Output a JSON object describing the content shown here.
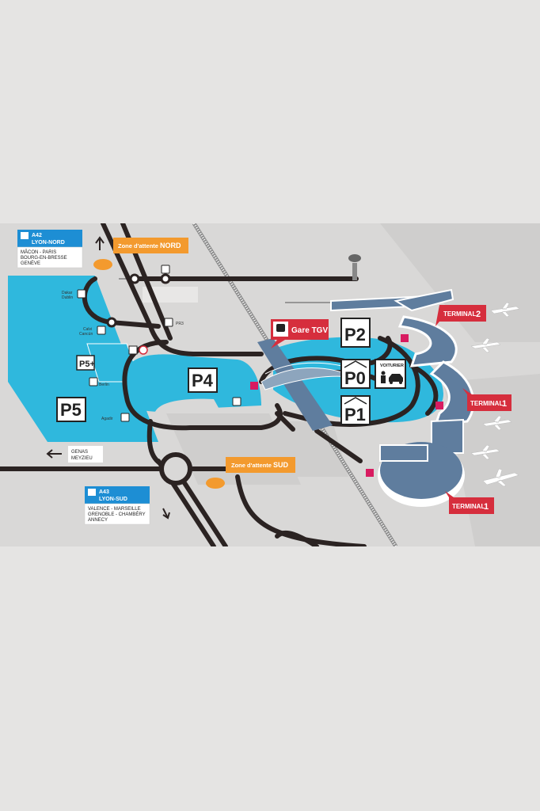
{
  "map": {
    "colors": {
      "background": "#e5e4e3",
      "ground": "#d9d8d7",
      "parking": "#2fb8dd",
      "road": "#2b2322",
      "terminal": "#5f7d9e",
      "terminal_edge": "#ffffff",
      "orange": "#f39a2e",
      "red": "#d62e3d",
      "highway_blue": "#1d8ed4",
      "p_plus": "#d81b60"
    },
    "highway_north": {
      "code": "A42",
      "name": "LYON-NORD",
      "destinations": [
        "MÂCON - PARIS",
        "BOURG-EN-BRESSE",
        "GENÈVE"
      ]
    },
    "highway_south": {
      "code": "A43",
      "name": "LYON-SUD",
      "destinations": [
        "VALENCE - MARSEILLE",
        "GRENOBLE - CHAMBÉRY",
        "ANNECY"
      ]
    },
    "exit_genas": [
      "GENAS",
      "MEYZIEU"
    ],
    "zone_nord": {
      "prefix": "Zone d'attente",
      "name": "NORD"
    },
    "zone_sud": {
      "prefix": "Zone d'attente",
      "name": "SUD"
    },
    "gare_tgv": "Gare TGV",
    "terminals": {
      "t2": {
        "label": "TERMINAL",
        "num": "2"
      },
      "t1_upper": {
        "label": "TERMINAL",
        "num": "1"
      },
      "t1_lower": {
        "label": "TERMINAL",
        "num": "1"
      }
    },
    "parkings": {
      "p0": "P0",
      "p1": "P1",
      "p2": "P2",
      "p4": "P4",
      "p5": "P5",
      "p5plus": "P5+"
    },
    "voiturier": "VOITURIER",
    "pr3": "PR3",
    "p5_areas": {
      "dakar": [
        "Dakar",
        "Dublin"
      ],
      "cancun": [
        "Calvi",
        "Cancún"
      ],
      "berlin": "Berlin",
      "agadir": "Agadir"
    },
    "icons": [
      "bus-icon",
      "train-icon",
      "fuel-icon",
      "shop-icon",
      "car-icon",
      "valet-person-icon",
      "p-plus-icon",
      "control-tower-icon",
      "airplane-icon"
    ]
  }
}
